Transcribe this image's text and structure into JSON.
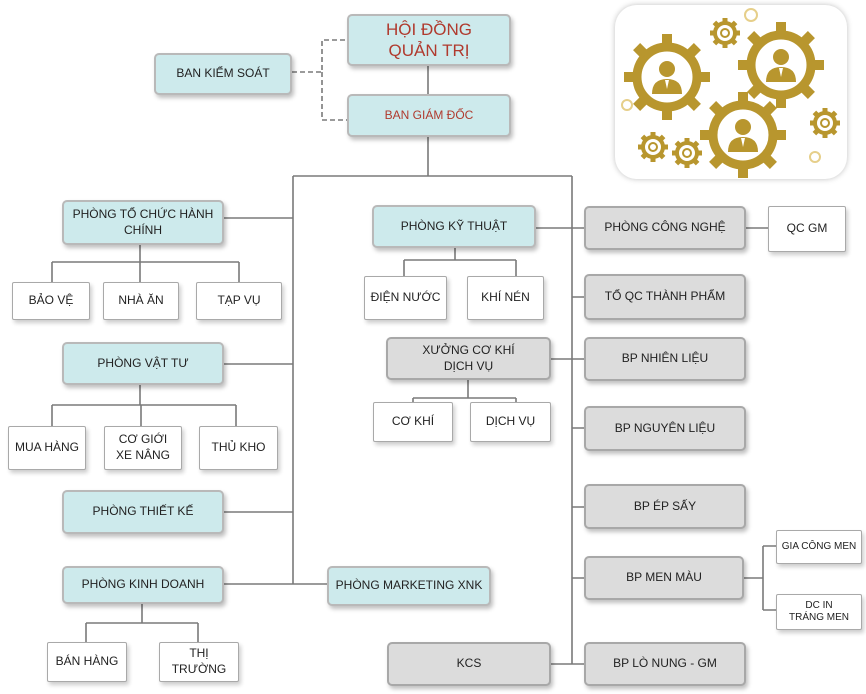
{
  "board": "HỘI ĐỒNG\nQUẢN TRỊ",
  "supervisory": "BAN KIỂM SOÁT",
  "directors": "BAN GIÁM ĐỐC",
  "left": {
    "admin": "PHÒNG TỔ CHỨC HÀNH\nCHÍNH",
    "admin_children": [
      "BẢO VỆ",
      "NHÀ ĂN",
      "TẠP VỤ"
    ],
    "supplies": "PHÒNG VẬT TƯ",
    "supplies_children": [
      "MUA HÀNG",
      "CƠ GIỚI\nXE NÂNG",
      "THỦ KHO"
    ],
    "design": "PHÒNG THIẾT KẾ",
    "business": "PHÒNG KINH DOANH",
    "business_children": [
      "BÁN HÀNG",
      "THỊ\nTRƯỜNG"
    ],
    "marketing": "PHÒNG MARKETING XNK"
  },
  "middle": {
    "tech": "PHÒNG KỸ THUẬT",
    "tech_children": [
      "ĐIỆN NƯỚC",
      "KHÍ NÉN"
    ],
    "workshop": "XƯỞNG CƠ KHÍ\nDỊCH VỤ",
    "workshop_children": [
      "CƠ KHÍ",
      "DỊCH VỤ"
    ],
    "kcs": "KCS"
  },
  "right": {
    "technology": "PHÒNG CÔNG NGHỆ",
    "qc_gm": "QC GM",
    "qc_finished": "TỔ QC THÀNH PHẨM",
    "fuel": "BP NHIÊN LIỆU",
    "materials": "BP NGUYÊN LIỆU",
    "pressing": "BP ÉP SẤY",
    "glaze": "BP MEN MÀU",
    "glaze_children": [
      "GIA CÔNG MEN",
      "DC IN\nTRÁNG MEN"
    ],
    "kiln": "BP LÒ NUNG - GM"
  },
  "colors": {
    "teal_fill": "#cdeaec",
    "gray_fill": "#dcdcdc",
    "line": "#7a7a7a",
    "title_red": "#b03a2e",
    "gear_gold": "#b8962e",
    "gear_light": "#e6cf8a"
  },
  "icons": [
    "gears-people-logo"
  ]
}
